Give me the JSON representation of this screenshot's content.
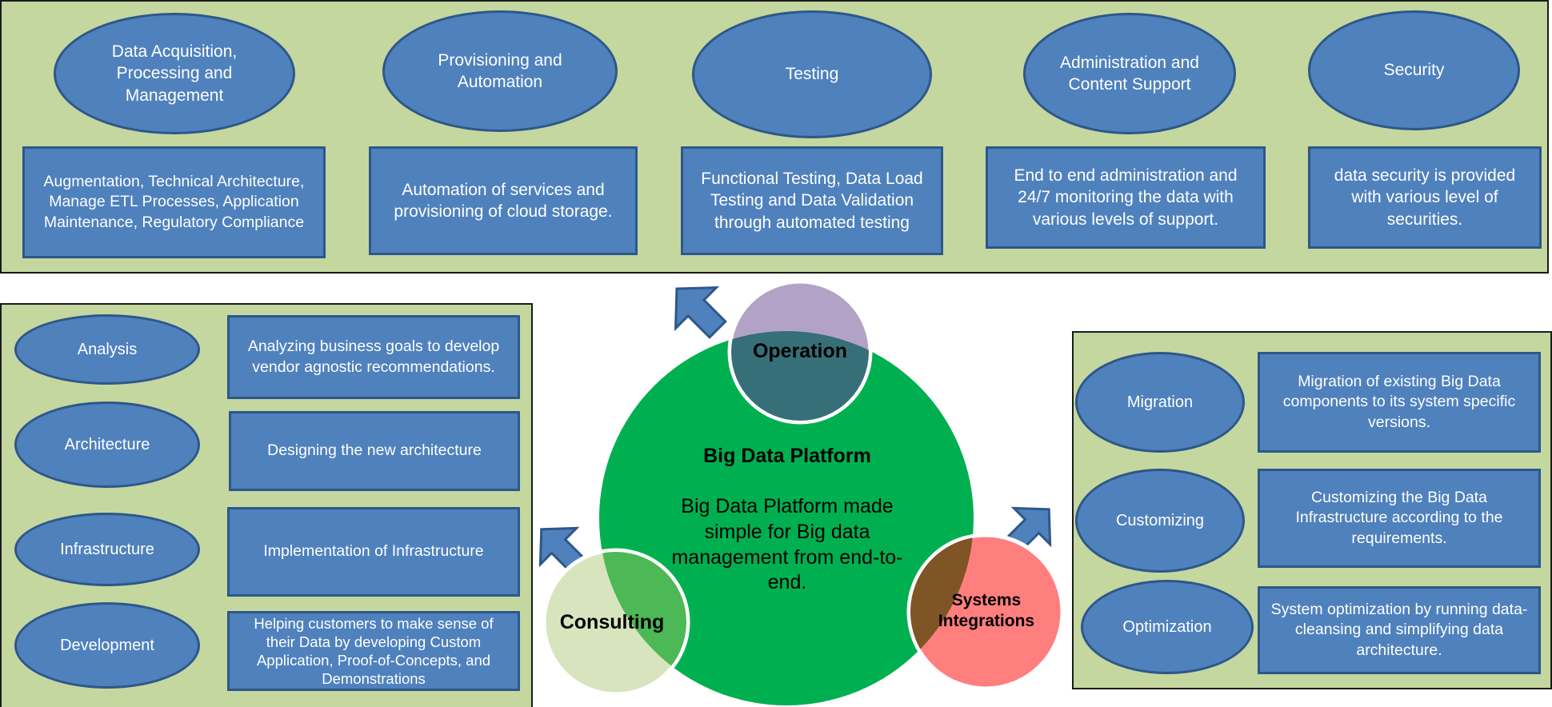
{
  "operation_panel": {
    "columns": [
      {
        "title": "Data Acquisition, Processing and Management",
        "description": "Augmentation, Technical Architecture, Manage ETL Processes, Application Maintenance, Regulatory Compliance"
      },
      {
        "title": "Provisioning and Automation",
        "description": "Automation of services and provisioning of cloud storage."
      },
      {
        "title": "Testing",
        "description": "Functional Testing, Data Load Testing and Data Validation through automated testing"
      },
      {
        "title": "Administration and Content Support",
        "description": "End to end administration and 24/7 monitoring the data with various levels of support."
      },
      {
        "title": "Security",
        "description": "data security is provided with various level of securities."
      }
    ]
  },
  "consulting_panel": {
    "rows": [
      {
        "title": "Analysis",
        "description": "Analyzing business goals to develop vendor agnostic recommendations."
      },
      {
        "title": "Architecture",
        "description": "Designing the new architecture"
      },
      {
        "title": "Infrastructure",
        "description": "Implementation of Infrastructure"
      },
      {
        "title": "Development",
        "description": "Helping customers to make sense of their Data by developing Custom Application, Proof-of-Concepts, and Demonstrations"
      }
    ]
  },
  "integration_panel": {
    "rows": [
      {
        "title": "Migration",
        "description": "Migration of existing Big Data components to its system specific versions."
      },
      {
        "title": "Customizing",
        "description": "Customizing the Big Data Infrastructure according to the requirements."
      },
      {
        "title": "Optimization",
        "description": "System optimization by running data-cleansing and simplifying data architecture."
      }
    ]
  },
  "center": {
    "title": "Big Data Platform",
    "description": "Big Data Platform made simple for Big data management from end-to-end.",
    "operation_label": "Operation",
    "consulting_label": "Consulting",
    "integrations_label": "Systems Integrations"
  },
  "colors": {
    "panel_bg": "#c4d79f",
    "shape_fill": "#4f81bd",
    "shape_border": "#2e5789",
    "center_circle": "#00b050",
    "operation_circle": "#b3a2c7",
    "operation_overlap": "#376f78",
    "consulting_circle": "#d7e4bd",
    "consulting_overlap": "#4cb856",
    "integrations_circle": "#ff7f7f",
    "integrations_overlap": "#7f5525"
  }
}
